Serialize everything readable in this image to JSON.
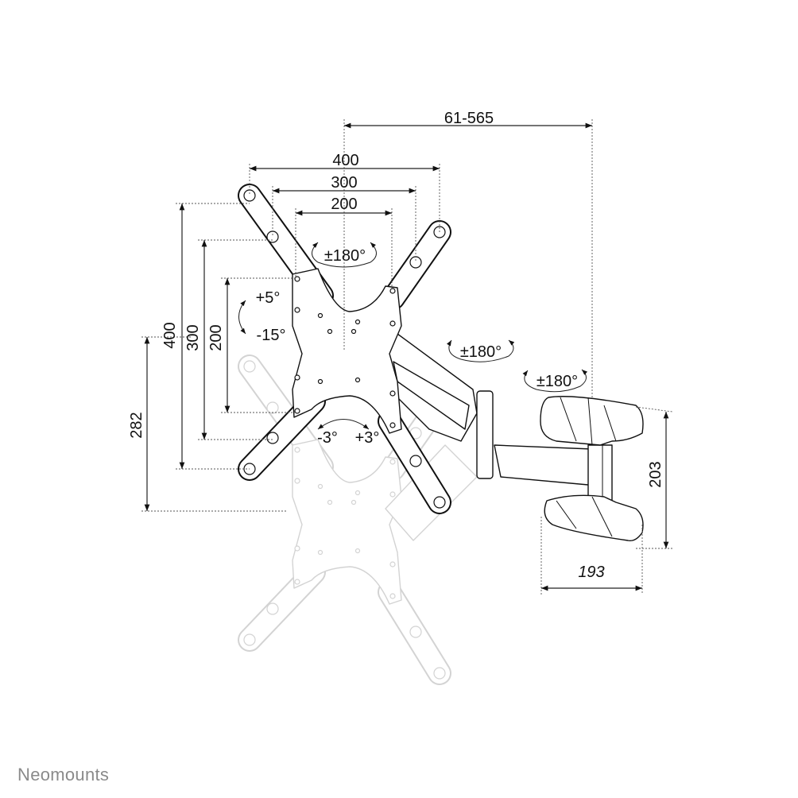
{
  "brand": "Neomounts",
  "dimensions": {
    "extension_range": "61-565",
    "vesa_width_400": "400",
    "vesa_width_300": "300",
    "vesa_width_200": "200",
    "vesa_height_400": "400",
    "vesa_height_300": "300",
    "vesa_height_200": "200",
    "center_height": "282",
    "wall_plate_height": "203",
    "wall_plate_width": "193"
  },
  "rotations": {
    "screen_rotation": "±180°",
    "arm_swivel_1": "±180°",
    "arm_swivel_2": "±180°",
    "tilt_up": "+5°",
    "tilt_down": "-15°",
    "level_minus": "-3°",
    "level_plus": "+3°"
  }
}
